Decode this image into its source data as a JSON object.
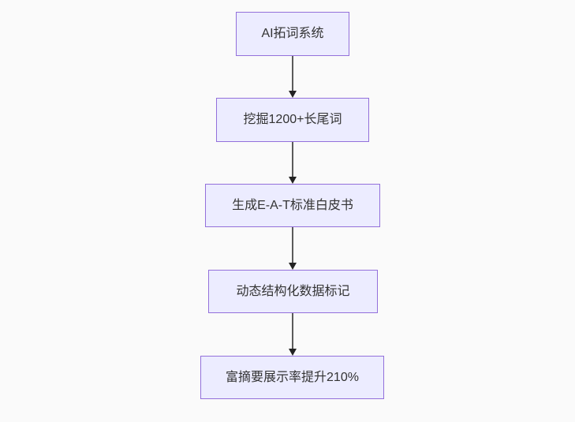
{
  "colors": {
    "background": "#fafafa",
    "node_fill": "#ececff",
    "node_border": "#9370db",
    "node_text": "#333333",
    "edge_line": "#5b5b5b",
    "arrowhead": "#222222"
  },
  "flowchart": {
    "type": "vertical-flow",
    "direction": "top-down",
    "nodes": [
      {
        "label": "AI拓词系统"
      },
      {
        "label": "挖掘1200+长尾词"
      },
      {
        "label": "生成E-A-T标准白皮书"
      },
      {
        "label": "动态结构化数据标记"
      },
      {
        "label": "富摘要展示率提升210%"
      }
    ],
    "edges": [
      {
        "from": 0,
        "to": 1
      },
      {
        "from": 1,
        "to": 2
      },
      {
        "from": 2,
        "to": 3
      },
      {
        "from": 3,
        "to": 4
      }
    ]
  }
}
